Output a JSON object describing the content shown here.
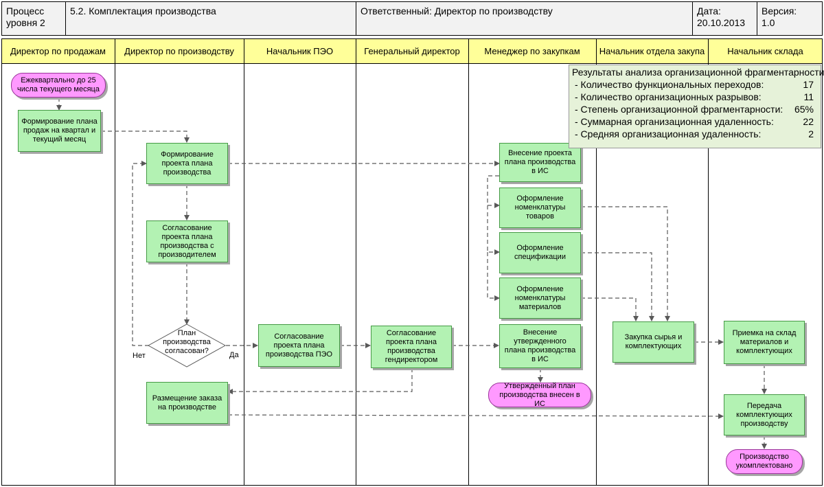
{
  "header": {
    "process_level": "Процесс уровня 2",
    "process_name": "5.2.  Комплектация производства",
    "responsible": "Ответственный: Директор по производству",
    "date_label": "Дата:",
    "date_value": "20.10.2013",
    "version_label": "Версия:",
    "version_value": "1.0"
  },
  "lanes": [
    "Директор по продажам",
    "Директор по производству",
    "Начальник ПЭО",
    "Генеральный директор",
    "Менеджер по закупкам",
    "Начальник отдела закупа",
    "Начальник склада"
  ],
  "nodes": {
    "start": "Ежеквартально до 25 числа текущего месяца",
    "sales_plan": "Формирование плана продаж на квартал и текущий месяц",
    "draft_plan": "Формирование проекта плана производства",
    "agree_producer": "Согласование проекта плана производства с производителем",
    "decision": "План производства согласован?",
    "agree_peo": "Согласование проекта плана производства ПЭО",
    "agree_gendir": "Согласование проекта плана производства гендиректором",
    "enter_draft_is": "Внесение проекта плана производства в ИС",
    "nomen_goods": "Оформление номенклатуры товаров",
    "specification": "Оформление спецификации",
    "nomen_materials": "Оформление номенклатуры материалов",
    "enter_approved": "Внесение утвержденного плана производства в ИС",
    "end_plan": "Утвержденный план производства внесен в ИС",
    "place_order": "Размещение заказа на производстве",
    "purchase": "Закупка сырья и комплектующих",
    "receive": "Приемка на склад материалов и комплектующих",
    "transfer": "Передача комплектующих производству",
    "end_done": "Производство укомплектовано"
  },
  "labels": {
    "no": "Нет",
    "yes": "Да"
  },
  "stats": {
    "title": "Результаты анализа организационной фрагментарности",
    "rows": [
      {
        "label": "- Количество функциональных переходов:",
        "value": "17"
      },
      {
        "label": "- Количество организационных разрывов:",
        "value": "11"
      },
      {
        "label": "- Степень организационной фрагментарности:",
        "value": "65%"
      },
      {
        "label": "- Суммарная организационная удаленность:",
        "value": "22"
      },
      {
        "label": "- Средняя организационная удаленность:",
        "value": "2"
      }
    ]
  },
  "colors": {
    "header_bg": "#f2f2f2",
    "lane_header_bg": "#ffff99",
    "task_fill": "#b3f2b3",
    "terminal_fill": "#ff99ff",
    "stats_bg": "#e6f2d9"
  }
}
